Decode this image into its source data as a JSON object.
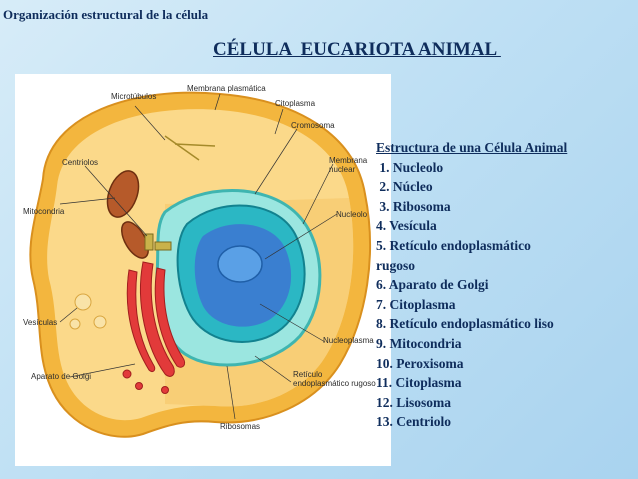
{
  "header": {
    "title": "Organización estructural de la célula"
  },
  "main_title": "CÉLULA  EUCARIOTA ANIMAL ",
  "diagram": {
    "labels": {
      "microtubulos": "Microtúbulos",
      "membrana_plasmatica": "Membrana plasmática",
      "citoplasma": "Citoplasma",
      "cromosoma": "Cromosoma",
      "centriolos": "Centriolos",
      "membrana_nuclear": "Membrana\nnuclear",
      "mitocondria": "Mitocondria",
      "nucleolo": "Nucleolo",
      "vesiculas": "Vesículas",
      "nucleoplasma": "Nucleoplasma",
      "aparato_golgi": "Aparato de Golgi",
      "reticulo": "Retículo\nendoplasmático rugoso",
      "ribosomas": "Ribosomas"
    }
  },
  "legend": {
    "heading": "Estructura de una Célula Animal",
    "items": [
      " 1. Nucleolo",
      " 2. Núcleo",
      " 3. Ribosoma",
      "4. Vesícula",
      "5. Retículo endoplasmático",
      "rugoso",
      "6. Aparato de Golgi",
      "7. Citoplasma",
      "8. Retículo endoplasmático liso",
      "9. Mitocondria",
      "10. Peroxisoma",
      "11. Citoplasma",
      "12. Lisosoma",
      "13. Centriolo"
    ]
  },
  "colors": {
    "title_text": "#0f2d5c",
    "membrane": "#f3b63e",
    "cytoplasm": "#fbd98a",
    "nucleus_outer": "#2bb7c4",
    "nucleus_inner": "#3a7fd0",
    "er_rough": "#9be6e0",
    "golgi": "#e23a3a",
    "mitochondria": "#b65a2a"
  }
}
